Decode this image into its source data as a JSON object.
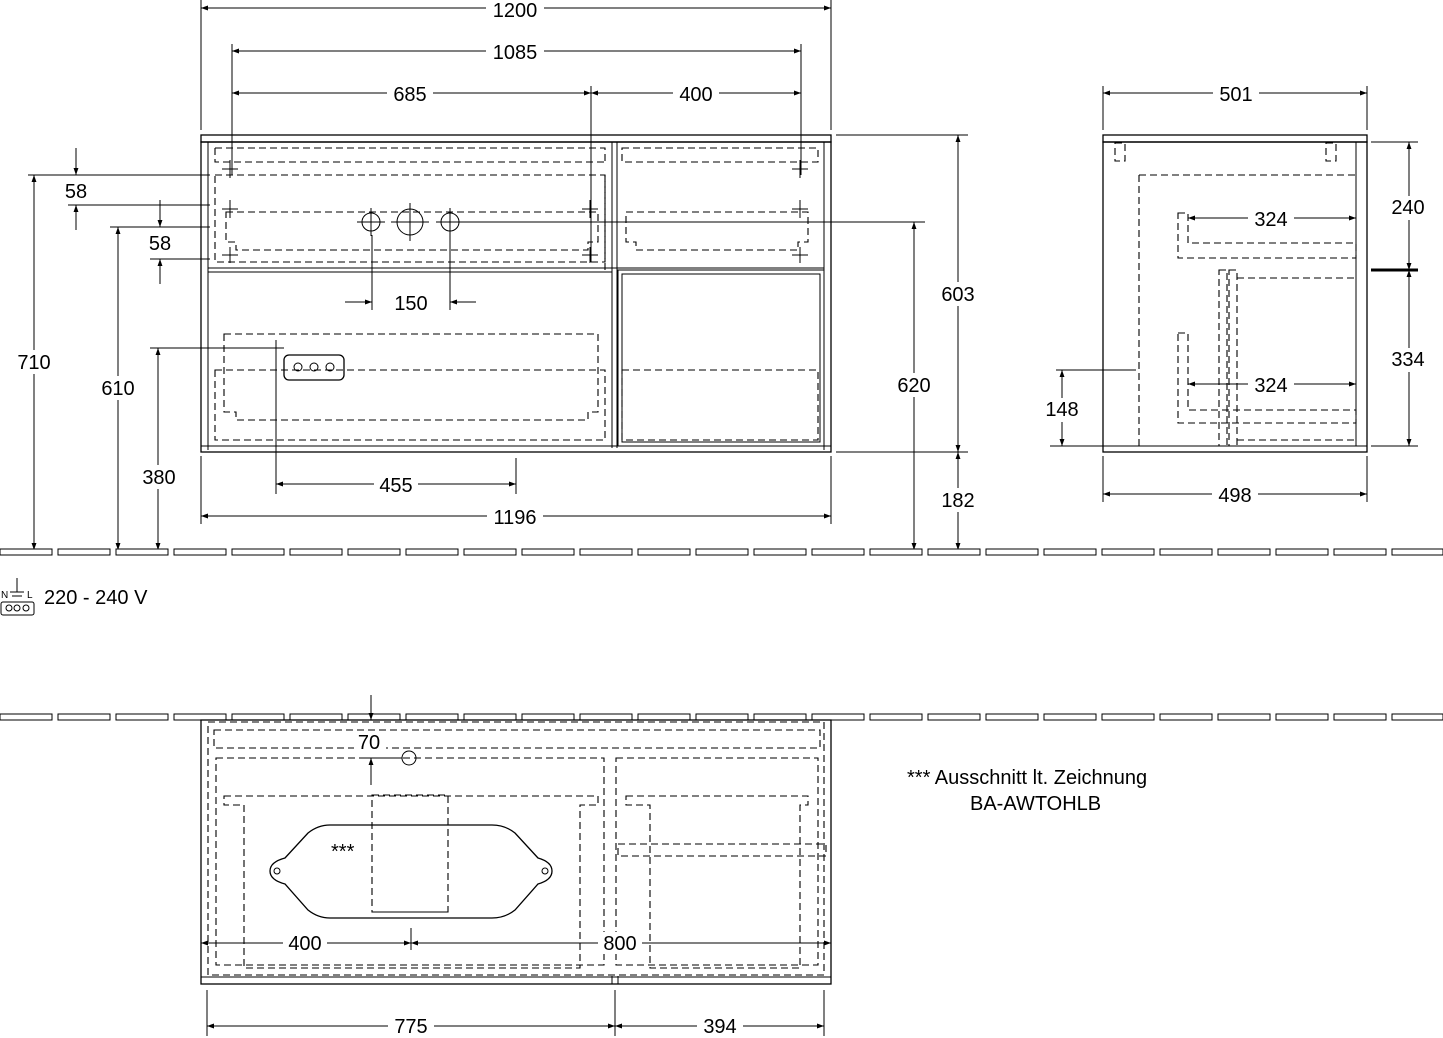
{
  "front_view": {
    "dimensions": {
      "overall_width": "1200",
      "inner_width": "1085",
      "left_section": "685",
      "right_section": "400",
      "top_offset_1": "58",
      "top_offset_2": "58",
      "tap_spacing": "150",
      "total_height": "710",
      "mounting_height": "610",
      "socket_height": "380",
      "socket_offset": "455",
      "base_width": "1196",
      "cabinet_height": "603",
      "rail_height": "620",
      "floor_gap": "182"
    }
  },
  "side_view": {
    "dimensions": {
      "top_depth": "501",
      "drawer_depth_upper": "324",
      "drawer_depth_lower": "324",
      "upper_height": "240",
      "lower_height": "334",
      "siphon_height": "148",
      "base_depth": "498"
    }
  },
  "power": {
    "voltage_label": "220 - 240 V",
    "plug_terminals": "N ⏚ L"
  },
  "top_view": {
    "dimensions": {
      "back_offset": "70",
      "basin_center": "400",
      "basin_width": "800",
      "left_width": "775",
      "right_width": "394"
    },
    "cutout_marker": "***"
  },
  "note": {
    "line1": "*** Ausschnitt lt. Zeichnung",
    "line2": "BA-AWTOHLB"
  },
  "colors": {
    "line": "#000000",
    "background": "#ffffff"
  },
  "icons": {
    "tap_hole": "crosshair-circle-icon",
    "socket": "three-pin-socket-icon",
    "ground_symbol": "earth-ground-icon"
  }
}
